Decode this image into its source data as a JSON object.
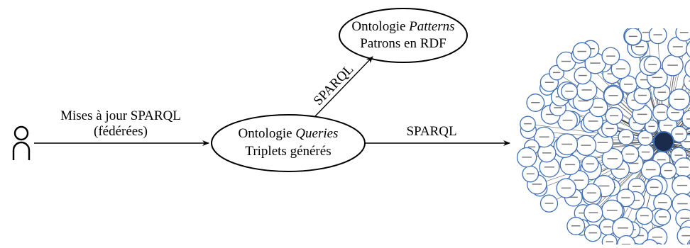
{
  "user": {
    "icon": "person-icon",
    "edge_label_line1": "Mises à jour SPARQL",
    "edge_label_line2": "(fédérées)"
  },
  "queries_node": {
    "line1_prefix": "Ontologie ",
    "line1_emph": "Queries",
    "line2": "Triplets générés"
  },
  "patterns_node": {
    "line1_prefix": "Ontologie ",
    "line1_emph": "Patterns",
    "line2": "Patrons en RDF"
  },
  "edge_to_patterns": {
    "label": "SPARQL"
  },
  "edge_to_graph": {
    "label": "SPARQL"
  },
  "knowledge_graph": {
    "icon": "knowledge-graph-icon",
    "node_color": "#3f6fb5",
    "hub_color": "#1a2b4c"
  }
}
